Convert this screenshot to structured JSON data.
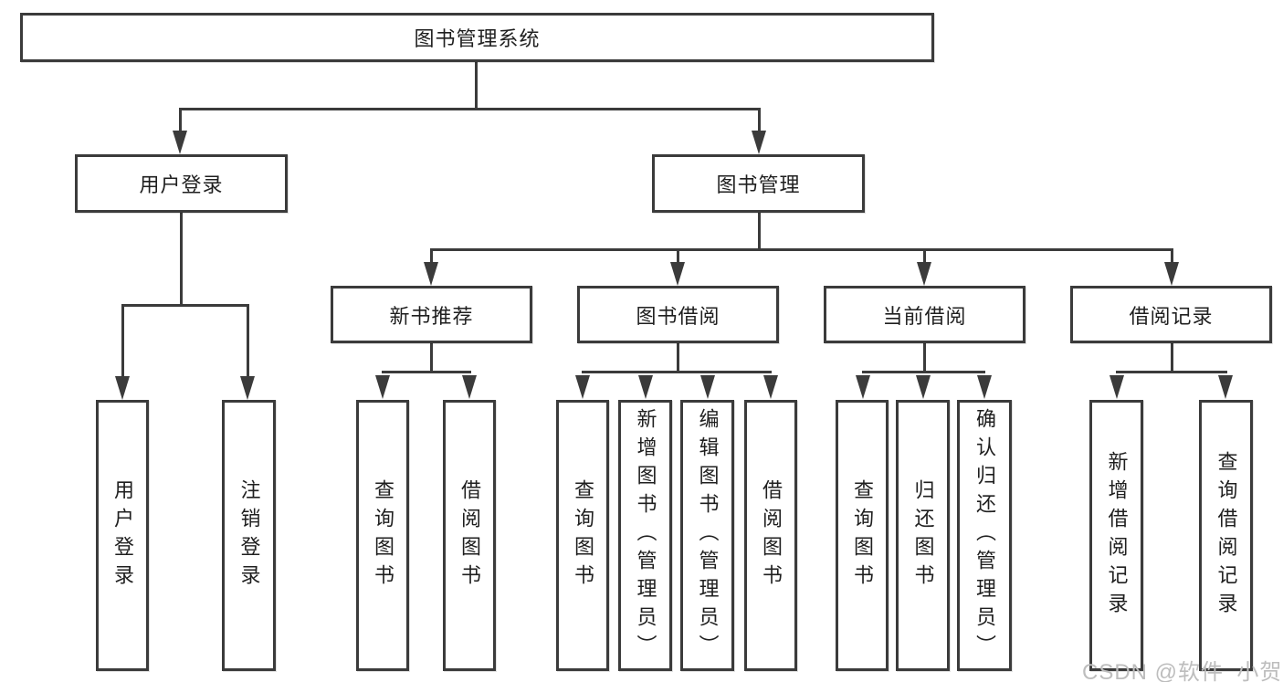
{
  "colors": {
    "line": "#3b3b3b",
    "text": "#1f1f1f",
    "watermark": "#bdbdbd",
    "background": "#ffffff"
  },
  "watermark": "CSDN @软件_小贺同学",
  "diagram": {
    "root": {
      "label": "图书管理系统"
    },
    "user_login": {
      "label": "用户登录",
      "children": [
        "用户登录",
        "注销登录"
      ]
    },
    "book_mgmt": {
      "label": "图书管理",
      "children": [
        {
          "label": "新书推荐",
          "children": [
            "查询图书",
            "借阅图书"
          ]
        },
        {
          "label": "图书借阅",
          "children": [
            "查询图书",
            "新增图书（管理员）",
            "编辑图书（管理员）",
            "借阅图书"
          ]
        },
        {
          "label": "当前借阅",
          "children": [
            "查询图书",
            "归还图书",
            "确认归还（管理员）"
          ]
        },
        {
          "label": "借阅记录",
          "children": [
            "新增借阅记录",
            "查询借阅记录"
          ]
        }
      ]
    }
  }
}
